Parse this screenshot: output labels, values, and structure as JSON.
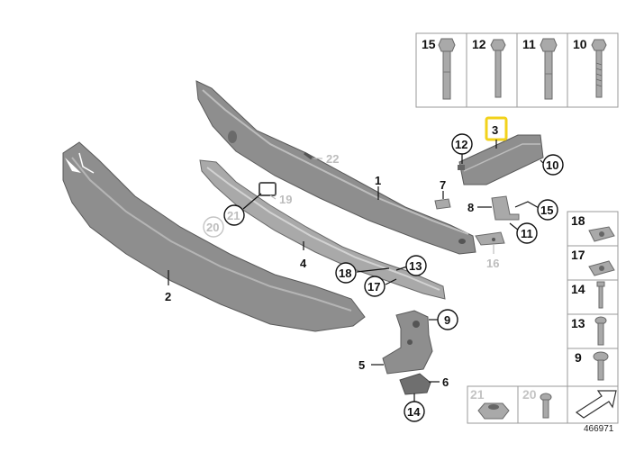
{
  "diagram_id": "466971",
  "callouts": {
    "p1": "1",
    "p2": "2",
    "p3": "3",
    "p4": "4",
    "p5": "5",
    "p6": "6",
    "p7": "7",
    "p8": "8",
    "p9": "9",
    "p10": "10",
    "p11": "11",
    "p12": "12",
    "p13": "13",
    "p14": "14",
    "p15": "15",
    "p16": "16",
    "p17": "17",
    "p18": "18",
    "p19": "19",
    "p20": "20",
    "p21": "21",
    "p22": "22"
  },
  "top_panel": {
    "cells": [
      "15",
      "12",
      "11",
      "10"
    ]
  },
  "right_panel": {
    "cells": [
      "18",
      "17",
      "14",
      "13",
      "9"
    ]
  },
  "bottom_panel": {
    "cells": [
      "21",
      "20"
    ]
  },
  "highlight_color": "#f2d21b"
}
